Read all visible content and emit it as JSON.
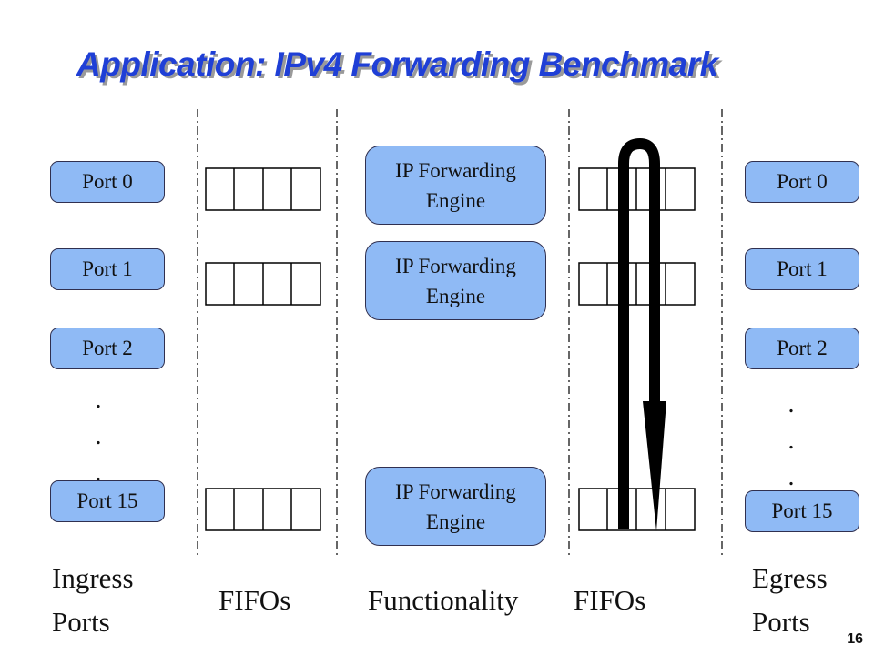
{
  "title": "Application: IPv4 Forwarding Benchmark",
  "ingress_ports": [
    "Port 0",
    "Port 1",
    "Port 2",
    "Port 15"
  ],
  "egress_ports": [
    "Port 0",
    "Port 1",
    "Port 2",
    "Port 15"
  ],
  "engines": [
    {
      "line1": "IP Forwarding",
      "line2": "Engine"
    },
    {
      "line1": "IP Forwarding",
      "line2": "Engine"
    },
    {
      "line1": "IP Forwarding",
      "line2": "Engine"
    }
  ],
  "ellipsis": ".",
  "labels": {
    "ingress_line1": "Ingress",
    "ingress_line2": "Ports",
    "fifos_left": "FIFOs",
    "functionality": "Functionality",
    "fifos_right": "FIFOs",
    "egress_line1": "Egress",
    "egress_line2": "Ports"
  },
  "page_number": "16",
  "colors": {
    "title": "#1f3fd6",
    "box_fill": "#8fbaf5",
    "arrow": "#000000"
  }
}
